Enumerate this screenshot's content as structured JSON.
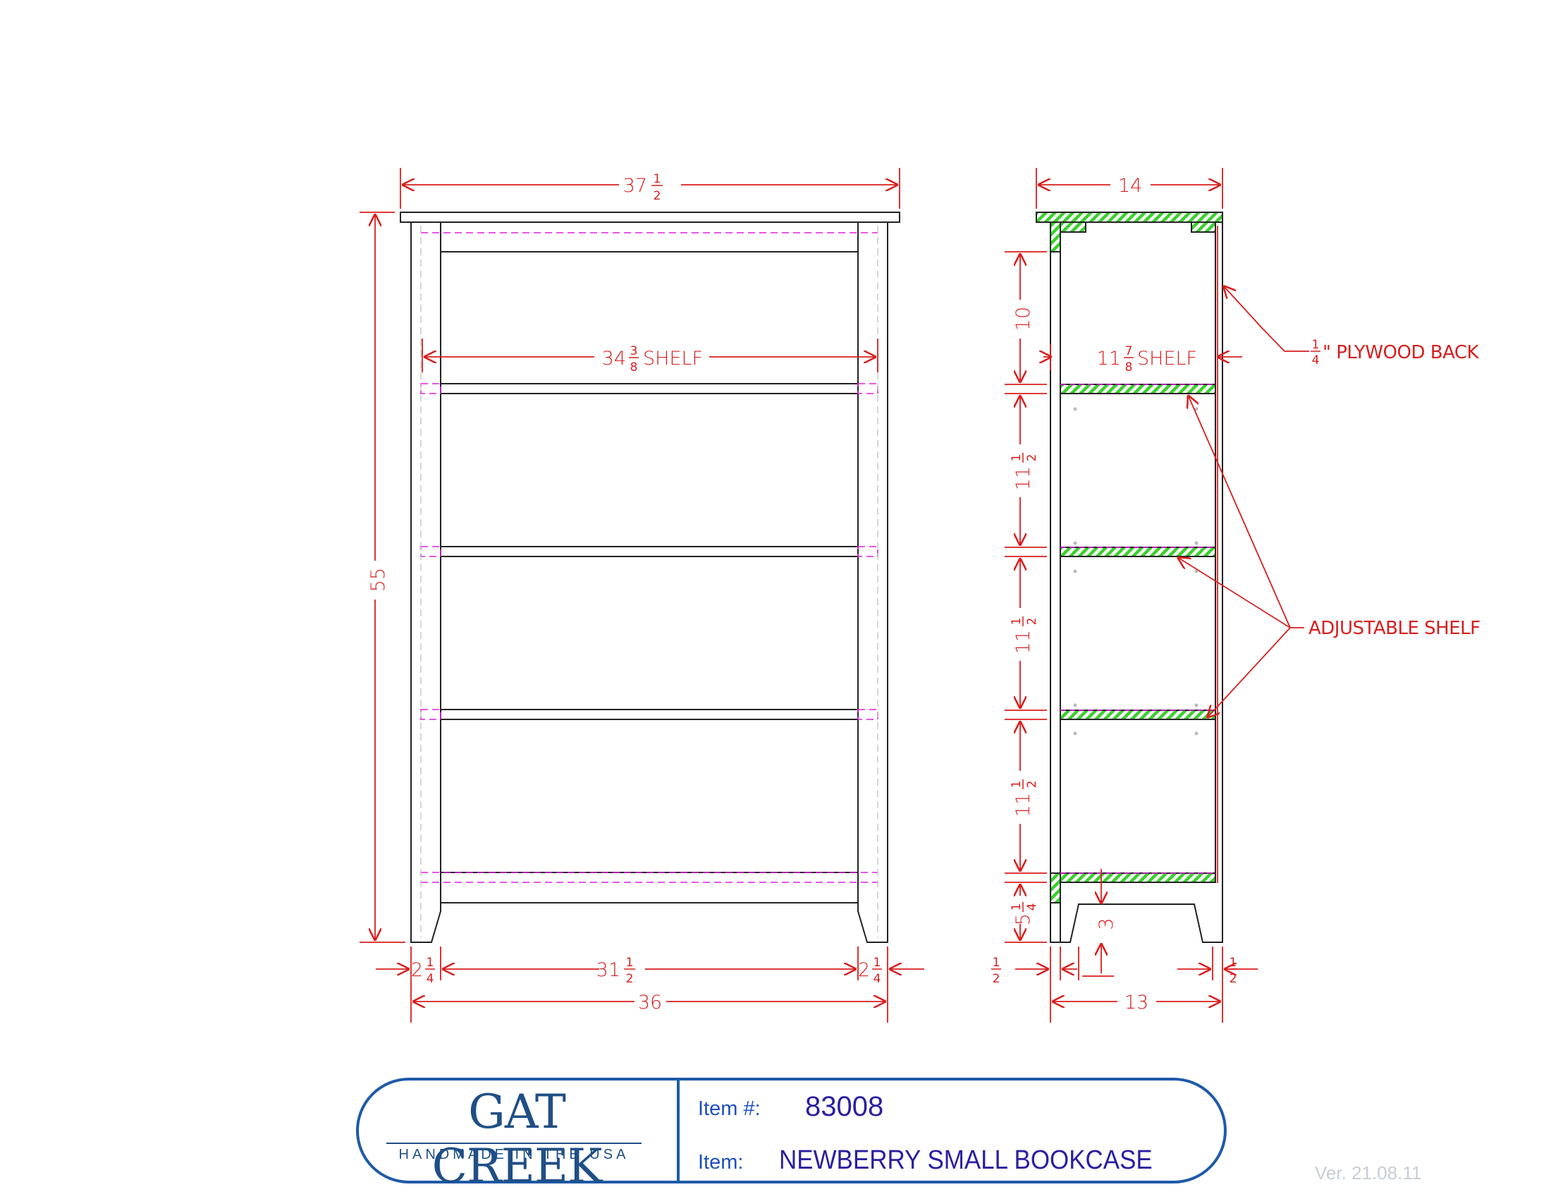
{
  "front_view": {
    "overall_width": {
      "whole": "37",
      "num": "1",
      "den": "2"
    },
    "overall_height": "55",
    "shelf_length": {
      "whole": "34",
      "num": "3",
      "den": "8",
      "suffix": "SHELF"
    },
    "side_width_left": {
      "whole": "2",
      "num": "1",
      "den": "4"
    },
    "inner_opening": {
      "whole": "31",
      "num": "1",
      "den": "2"
    },
    "side_width_right": {
      "whole": "2",
      "num": "1",
      "den": "4"
    },
    "base_width": "36"
  },
  "side_view": {
    "overall_depth": "14",
    "top_spacing": "10",
    "shelf_depth": {
      "whole": "11",
      "num": "7",
      "den": "8",
      "suffix": "SHELF"
    },
    "spacings": [
      {
        "whole": "11",
        "num": "1",
        "den": "2"
      },
      {
        "whole": "11",
        "num": "1",
        "den": "2"
      },
      {
        "whole": "11",
        "num": "1",
        "den": "2"
      }
    ],
    "kick_height": {
      "whole": "5",
      "num": "1",
      "den": "4"
    },
    "foot_cut": "3",
    "front_offset": {
      "num": "1",
      "den": "2"
    },
    "back_offset": {
      "num": "1",
      "den": "2"
    },
    "base_depth": "13",
    "back_note": {
      "num": "1",
      "den": "4",
      "text": "\" PLYWOOD BACK"
    },
    "shelf_note": "ADJUSTABLE SHELF"
  },
  "title_block": {
    "brand": "GAT CREEK",
    "tagline": "HANDMADE IN THE USA",
    "item_number_label": "Item #:",
    "item_number": "83008",
    "item_label": "Item:",
    "item_name": "NEWBERRY SMALL BOOKCASE"
  },
  "version": "Ver. 21.08.11",
  "colors": {
    "dimension": "#d81e1e",
    "hidden_line": "#e01ee0",
    "section_hatch": "#39d12c",
    "outline": "#222222",
    "title_border": "#1e5aa8"
  }
}
